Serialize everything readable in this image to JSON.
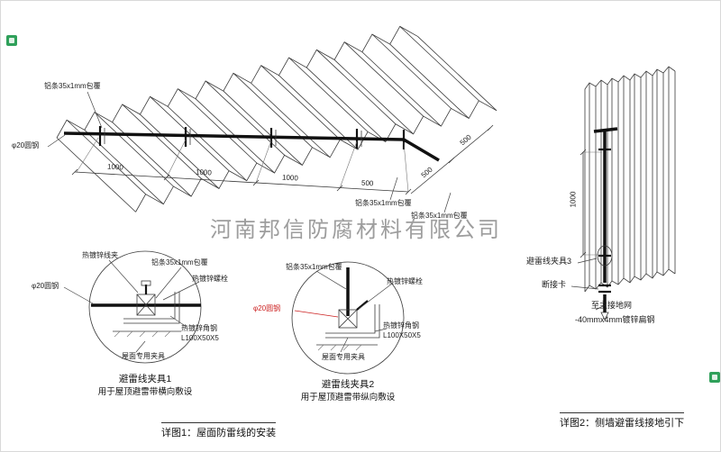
{
  "watermark": "河南邦信防腐材料有限公司",
  "colors": {
    "line": "#3a3a3a",
    "wire": "#111111",
    "red": "#cc2222",
    "watermark": "#8c8c8c",
    "stamp": "#2fa05a"
  },
  "roof": {
    "al_top": "铝条35x1mm包覆",
    "round_steel": "φ20圆钢",
    "al_bottom1": "铝条35x1mm包覆",
    "al_bottom2": "铝条35x1mm包覆",
    "dim_thousand": "1000",
    "dim_five_hundred": "500"
  },
  "detail1": {
    "clamp": "热镀锌线夹",
    "al": "铝条35x1mm包覆",
    "bolt": "热镀锌螺栓",
    "steel": "φ20圆钢",
    "angle": "热镀锌角钢",
    "angle_spec": "L100X50X5",
    "fixture": "屋面专用夹具",
    "title": "避雷线夹具1",
    "subtitle": "用于屋顶避雷带横向敷设"
  },
  "detail2": {
    "al": "铝条35x1mm包覆",
    "bolt": "热镀锌螺栓",
    "steel": "φ20圆钢",
    "angle": "热镀锌角钢",
    "angle_spec": "L100X50X5",
    "fixture": "屋面专用夹具",
    "title": "避雷线夹具2",
    "subtitle": "用于屋顶避雷带纵向敷设"
  },
  "wall": {
    "dim_thousand": "1000",
    "clamp3": "避雷线夹具3",
    "disconnect": "断接卡",
    "to_ground": "至主接地网",
    "flat_steel": "-40mmx4mm镀锌扁钢"
  },
  "captions": {
    "detail1": "详图1：屋面防雷线的安装",
    "detail2": "详图2：侧墙避雷线接地引下"
  }
}
